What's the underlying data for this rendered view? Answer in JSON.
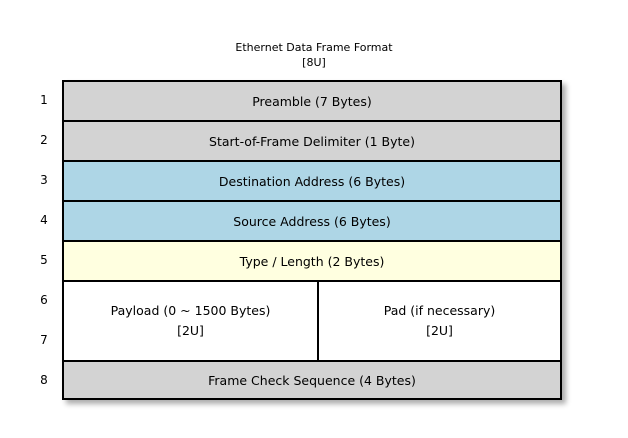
{
  "title": {
    "main": "Ethernet Data Frame Format",
    "sub": "[8U]"
  },
  "colors": {
    "header_gray": "#d3d3d3",
    "address_blue": "#aed6e6",
    "type_yellow": "#ffffe0",
    "payload_white": "#ffffff",
    "border": "#000000",
    "background": "#ffffff"
  },
  "row_numbers": [
    "1",
    "2",
    "3",
    "4",
    "5",
    "6",
    "7",
    "8"
  ],
  "frame_rows": [
    {
      "index": "1",
      "label": "Preamble (7 Bytes)",
      "fill": "gray"
    },
    {
      "index": "2",
      "label": "Start-of-Frame Delimiter (1 Byte)",
      "fill": "gray"
    },
    {
      "index": "3",
      "label": "Destination Address (6 Bytes)",
      "fill": "blue"
    },
    {
      "index": "4",
      "label": "Source Address (6 Bytes)",
      "fill": "blue"
    },
    {
      "index": "5",
      "label": "Type / Length (2 Bytes)",
      "fill": "yellow"
    },
    {
      "index": "8",
      "label": "Frame Check Sequence (4 Bytes)",
      "fill": "gray"
    }
  ],
  "split_row": {
    "indices": [
      "6",
      "7"
    ],
    "fill": "white",
    "left": {
      "label": "Payload (0 ~ 1500 Bytes)",
      "note": "[2U]"
    },
    "right": {
      "label": "Pad (if necessary)",
      "note": "[2U]"
    }
  }
}
